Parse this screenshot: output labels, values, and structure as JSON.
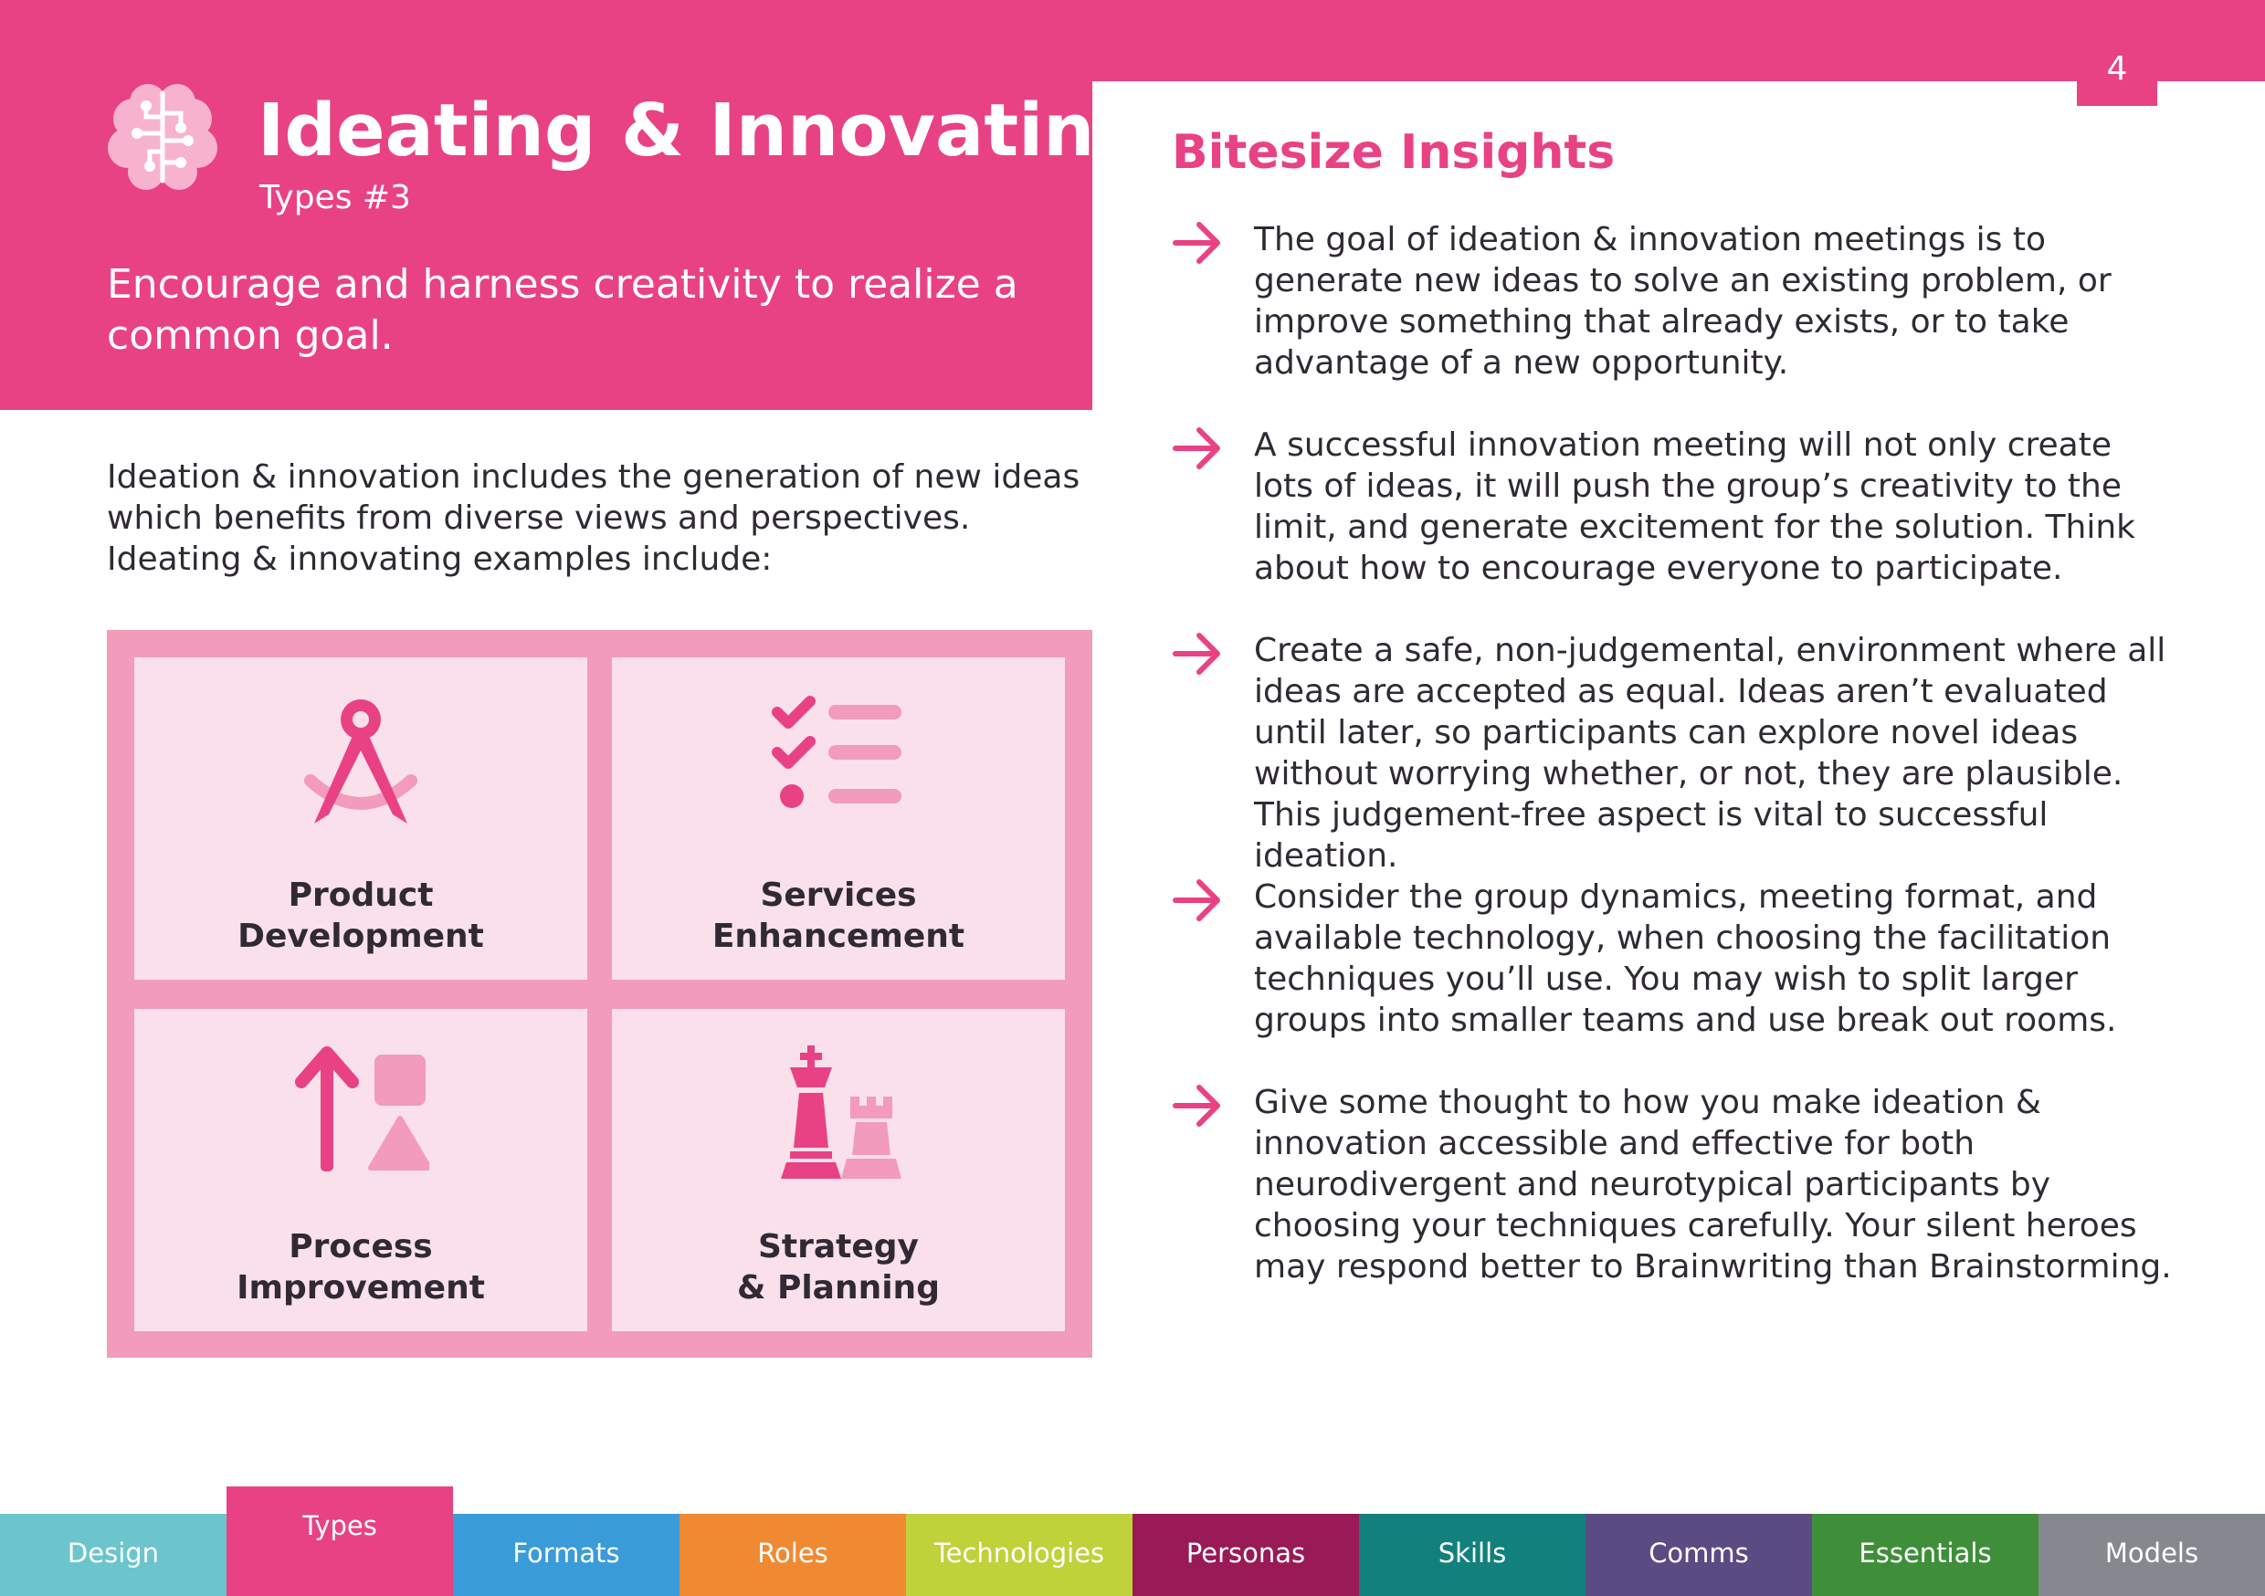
{
  "page_number": "4",
  "header": {
    "title": "Ideating & Innovating",
    "subtitle": "Types #3",
    "tagline": "Encourage and harness creativity to realize a common goal.",
    "icon": "brain-circuit-icon"
  },
  "intro": "Ideation & innovation includes the generation of new ideas which benefits from diverse views and perspectives. Ideating & innovating examples include:",
  "examples": [
    {
      "line1": "Product",
      "line2": "Development",
      "icon": "drafting-compass-icon"
    },
    {
      "line1": "Services",
      "line2": "Enhancement",
      "icon": "checklist-icon"
    },
    {
      "line1": "Process",
      "line2": "Improvement",
      "icon": "arrow-up-shapes-icon"
    },
    {
      "line1": "Strategy",
      "line2": "& Planning",
      "icon": "chess-pieces-icon"
    }
  ],
  "insights": {
    "title": "Bitesize Insights",
    "items": [
      "The goal of ideation & innovation meetings is to generate new ideas to solve an existing problem, or improve something that already exists, or to take advantage of a new opportunity.",
      "A successful innovation meeting will not only create lots of ideas, it will push the group’s creativity to the limit, and generate excitement for the solution. Think about how to encourage everyone to participate.",
      "Create a safe, non-judgemental, environment where all ideas are accepted as equal. Ideas aren’t evaluated until later, so participants can explore novel ideas without worrying whether, or not, they are plausible. This judgement-free aspect is vital to successful ideation.",
      "Consider the group dynamics, meeting format, and available technology, when choosing the facilitation techniques you’ll use. You may wish to split larger groups into smaller teams and use break out rooms.",
      "Give some thought to how you make ideation & innovation accessible and effective for both neurodivergent and neurotypical participants by choosing your techniques carefully. Your silent heroes may respond better to Brainwriting than Brainstorming."
    ]
  },
  "tabs": [
    {
      "label": "Design",
      "color": "#6cc5cc"
    },
    {
      "label": "Types",
      "color": "#e84285",
      "active": true
    },
    {
      "label": "Formats",
      "color": "#3a9bd9"
    },
    {
      "label": "Roles",
      "color": "#f08a32"
    },
    {
      "label": "Technologies",
      "color": "#bfd23a"
    },
    {
      "label": "Personas",
      "color": "#9a1957"
    },
    {
      "label": "Skills",
      "color": "#12807d"
    },
    {
      "label": "Comms",
      "color": "#5b4b83"
    },
    {
      "label": "Essentials",
      "color": "#3f8f3a"
    },
    {
      "label": "Models",
      "color": "#868890"
    }
  ],
  "colors": {
    "accent": "#e84285",
    "light_accent": "#f29bbb",
    "cell_bg": "#fae0ea",
    "text": "#2f2a33"
  }
}
